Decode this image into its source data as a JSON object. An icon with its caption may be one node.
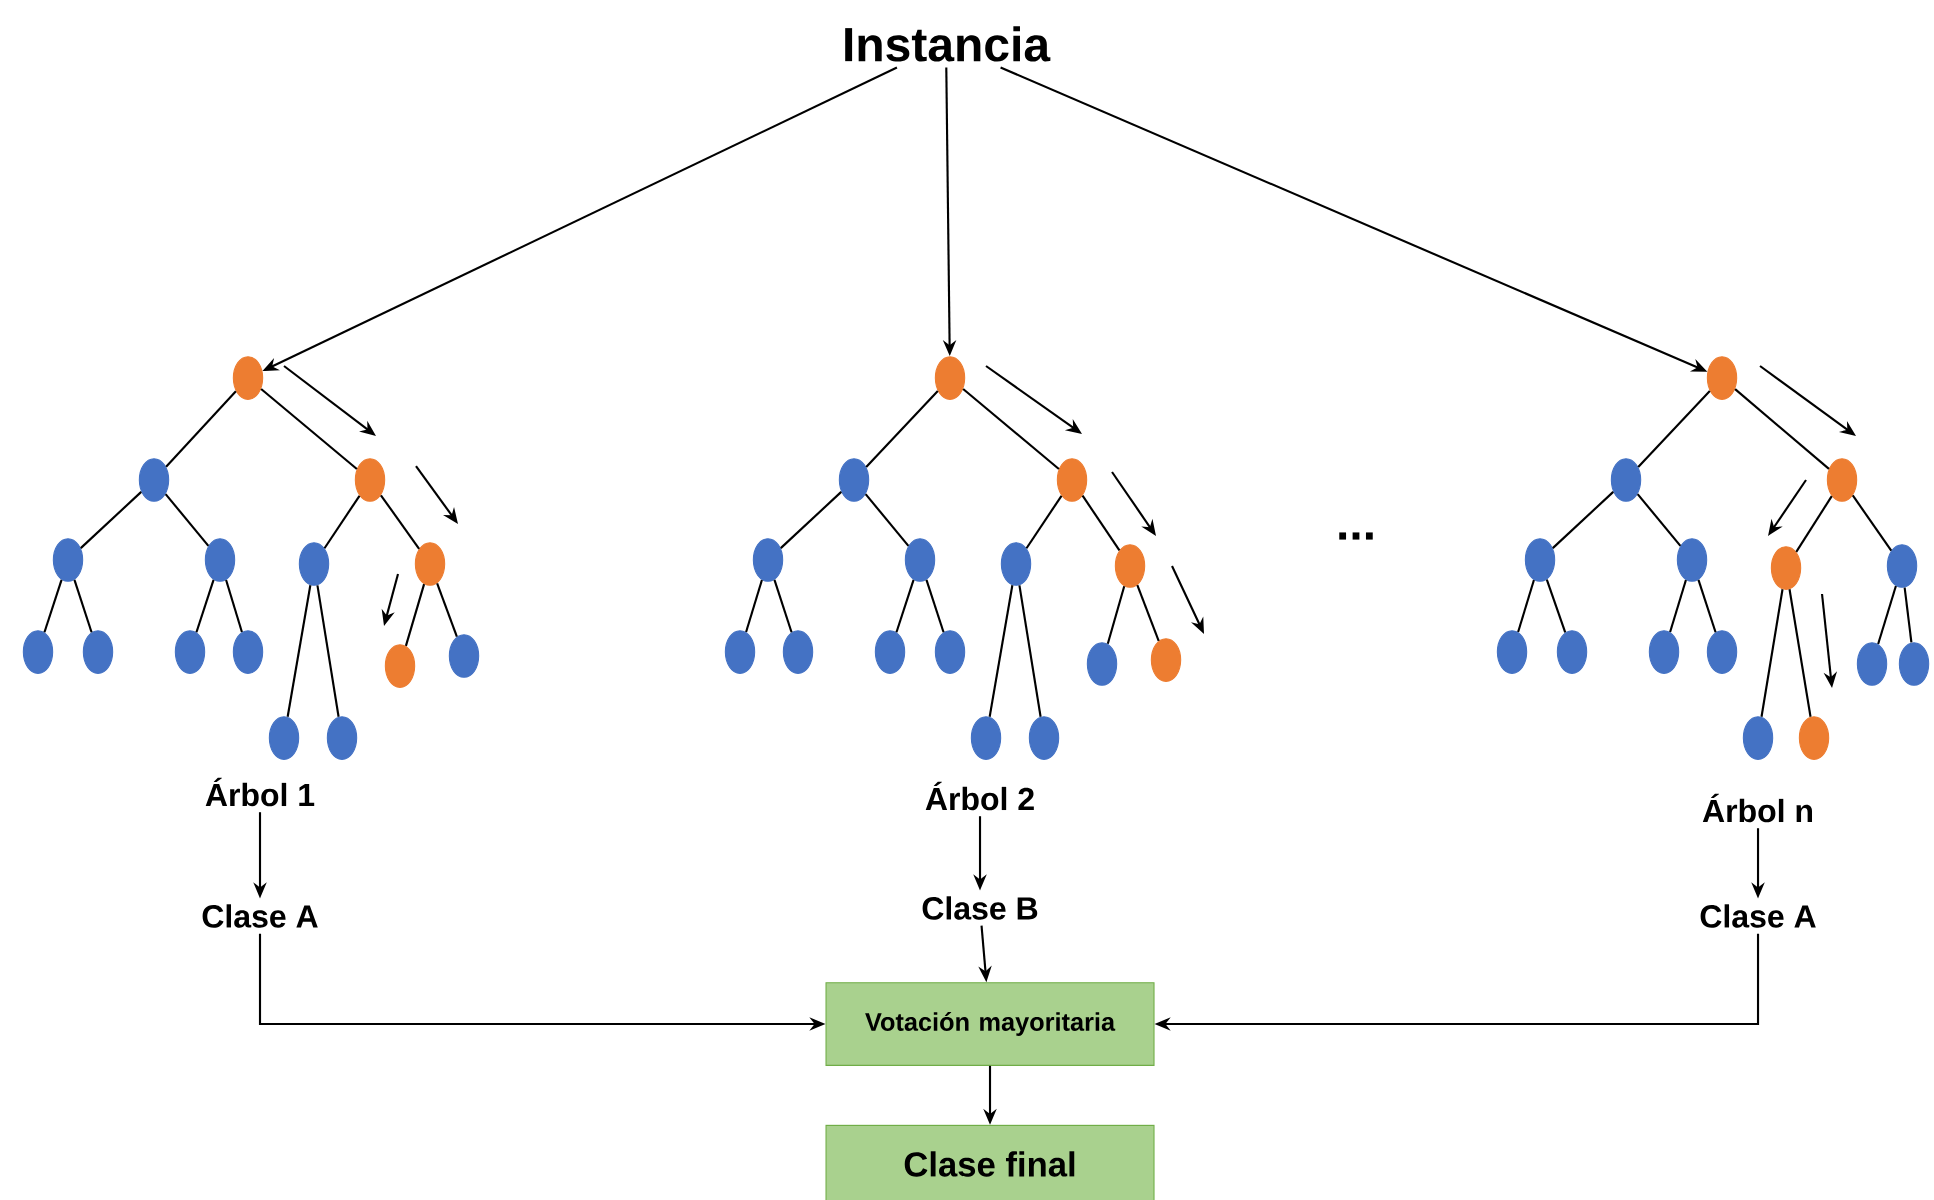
{
  "diagram": {
    "nodes": [
      {
        "text": [
          "Instancia"
        ]
      },
      {
        "text": [],
        "shape": "circle"
      },
      {
        "text": [],
        "shape": "circle"
      },
      {
        "text": [],
        "shape": "circle"
      },
      {
        "text": [],
        "shape": "circle"
      },
      {
        "text": [],
        "shape": "circle"
      },
      {
        "text": [],
        "shape": "circle"
      },
      {
        "text": [],
        "shape": "circle"
      },
      {
        "text": [],
        "shape": "circle"
      },
      {
        "text": [],
        "shape": "circle"
      },
      {
        "text": [],
        "shape": "circle"
      },
      {
        "text": [],
        "shape": "circle"
      },
      {
        "text": [],
        "shape": "circle"
      },
      {
        "text": [],
        "shape": "circle"
      },
      {
        "text": [],
        "shape": "circle"
      },
      {
        "text": [],
        "shape": "circle"
      },
      {
        "text": [],
        "shape": "circle"
      },
      {
        "text": [],
        "shape": "circle"
      },
      {
        "text": [],
        "shape": "circle"
      },
      {
        "text": [],
        "shape": "circle"
      },
      {
        "text": [],
        "shape": "circle"
      },
      {
        "text": [],
        "shape": "circle"
      },
      {
        "text": [],
        "shape": "circle"
      },
      {
        "text": [],
        "shape": "circle"
      },
      {
        "text": [],
        "shape": "circle"
      },
      {
        "text": [],
        "shape": "circle"
      },
      {
        "text": [],
        "shape": "circle"
      },
      {
        "text": [],
        "shape": "circle"
      },
      {
        "text": [],
        "shape": "circle"
      },
      {
        "text": [],
        "shape": "circle"
      },
      {
        "text": [],
        "shape": "circle"
      },
      {
        "text": [],
        "shape": "circle"
      },
      {
        "text": [],
        "shape": "circle"
      },
      {
        "text": [],
        "shape": "circle"
      },
      {
        "text": [],
        "shape": "circle"
      },
      {
        "text": [],
        "shape": "circle"
      },
      {
        "text": [],
        "shape": "circle"
      },
      {
        "text": [],
        "shape": "circle"
      },
      {
        "text": [],
        "shape": "circle"
      },
      {
        "text": [],
        "shape": "circle"
      },
      {
        "text": [],
        "shape": "circle"
      },
      {
        "text": [],
        "shape": "circle"
      },
      {
        "text": [],
        "shape": "circle"
      },
      {
        "text": [],
        "shape": "circle"
      },
      {
        "text": [],
        "shape": "circle"
      },
      {
        "text": [],
        "shape": "circle"
      },
      {
        "text": [
          "Árbol 1"
        ]
      },
      {
        "text": [
          "Árbol 2"
        ]
      },
      {
        "text": [
          "Árbol n"
        ]
      },
      {
        "text": [
          "Clase A"
        ]
      },
      {
        "text": [
          "Clase B"
        ]
      },
      {
        "text": [
          "Clase A"
        ]
      },
      {
        "text": [
          "Votación mayoritaria"
        ]
      },
      {
        "text": [
          "Clase final"
        ]
      }
    ],
    "edges": [
      {
        "from": 0,
        "to": 1,
        "arrow": "to"
      },
      {
        "from": 0,
        "to": 16,
        "arrow": "to"
      },
      {
        "from": 0,
        "to": 31,
        "arrow": "to"
      },
      {
        "from": 1,
        "to": 2,
        "arrow": "none"
      },
      {
        "from": 1,
        "to": 3,
        "arrow": "none"
      },
      {
        "from": 2,
        "to": 4,
        "arrow": "none"
      },
      {
        "from": 2,
        "to": 5,
        "arrow": "none"
      },
      {
        "from": 3,
        "to": 6,
        "arrow": "none"
      },
      {
        "from": 3,
        "to": 7,
        "arrow": "none"
      },
      {
        "from": 4,
        "to": 8,
        "arrow": "none"
      },
      {
        "from": 4,
        "to": 9,
        "arrow": "none"
      },
      {
        "from": 5,
        "to": 10,
        "arrow": "none"
      },
      {
        "from": 5,
        "to": 11,
        "arrow": "none"
      },
      {
        "from": 6,
        "to": 12,
        "arrow": "none"
      },
      {
        "from": 6,
        "to": 13,
        "arrow": "none"
      },
      {
        "from": 7,
        "to": 14,
        "arrow": "none"
      },
      {
        "from": 7,
        "to": 15,
        "arrow": "none"
      },
      {
        "from": 16,
        "to": 17,
        "arrow": "none"
      },
      {
        "from": 16,
        "to": 18,
        "arrow": "none"
      },
      {
        "from": 17,
        "to": 19,
        "arrow": "none"
      },
      {
        "from": 17,
        "to": 20,
        "arrow": "none"
      },
      {
        "from": 18,
        "to": 21,
        "arrow": "none"
      },
      {
        "from": 18,
        "to": 22,
        "arrow": "none"
      },
      {
        "from": 19,
        "to": 23,
        "arrow": "none"
      },
      {
        "from": 19,
        "to": 24,
        "arrow": "none"
      },
      {
        "from": 20,
        "to": 25,
        "arrow": "none"
      },
      {
        "from": 20,
        "to": 26,
        "arrow": "none"
      },
      {
        "from": 21,
        "to": 27,
        "arrow": "none"
      },
      {
        "from": 21,
        "to": 28,
        "arrow": "none"
      },
      {
        "from": 22,
        "to": 29,
        "arrow": "none"
      },
      {
        "from": 22,
        "to": 30,
        "arrow": "none"
      },
      {
        "from": 31,
        "to": 32,
        "arrow": "none"
      },
      {
        "from": 31,
        "to": 33,
        "arrow": "none"
      },
      {
        "from": 32,
        "to": 34,
        "arrow": "none"
      },
      {
        "from": 32,
        "to": 35,
        "arrow": "none"
      },
      {
        "from": 33,
        "to": 36,
        "arrow": "none"
      },
      {
        "from": 33,
        "to": 37,
        "arrow": "none"
      },
      {
        "from": 34,
        "to": 38,
        "arrow": "none"
      },
      {
        "from": 34,
        "to": 39,
        "arrow": "none"
      },
      {
        "from": 35,
        "to": 40,
        "arrow": "none"
      },
      {
        "from": 35,
        "to": 41,
        "arrow": "none"
      },
      {
        "from": 36,
        "to": 42,
        "arrow": "none"
      },
      {
        "from": 36,
        "to": 43,
        "arrow": "none"
      },
      {
        "from": 37,
        "to": 44,
        "arrow": "none"
      },
      {
        "from": 37,
        "to": 45,
        "arrow": "none"
      },
      {
        "from": 46,
        "to": 49,
        "arrow": "to"
      },
      {
        "from": 47,
        "to": 50,
        "arrow": "to"
      },
      {
        "from": 48,
        "to": 51,
        "arrow": "to"
      },
      {
        "from": 49,
        "to": 52,
        "arrow": "to"
      },
      {
        "from": 50,
        "to": 52,
        "arrow": "to"
      },
      {
        "from": 51,
        "to": 52,
        "arrow": "to"
      },
      {
        "from": 52,
        "to": 53,
        "arrow": "to"
      }
    ],
    "labels": [
      "..."
    ]
  }
}
